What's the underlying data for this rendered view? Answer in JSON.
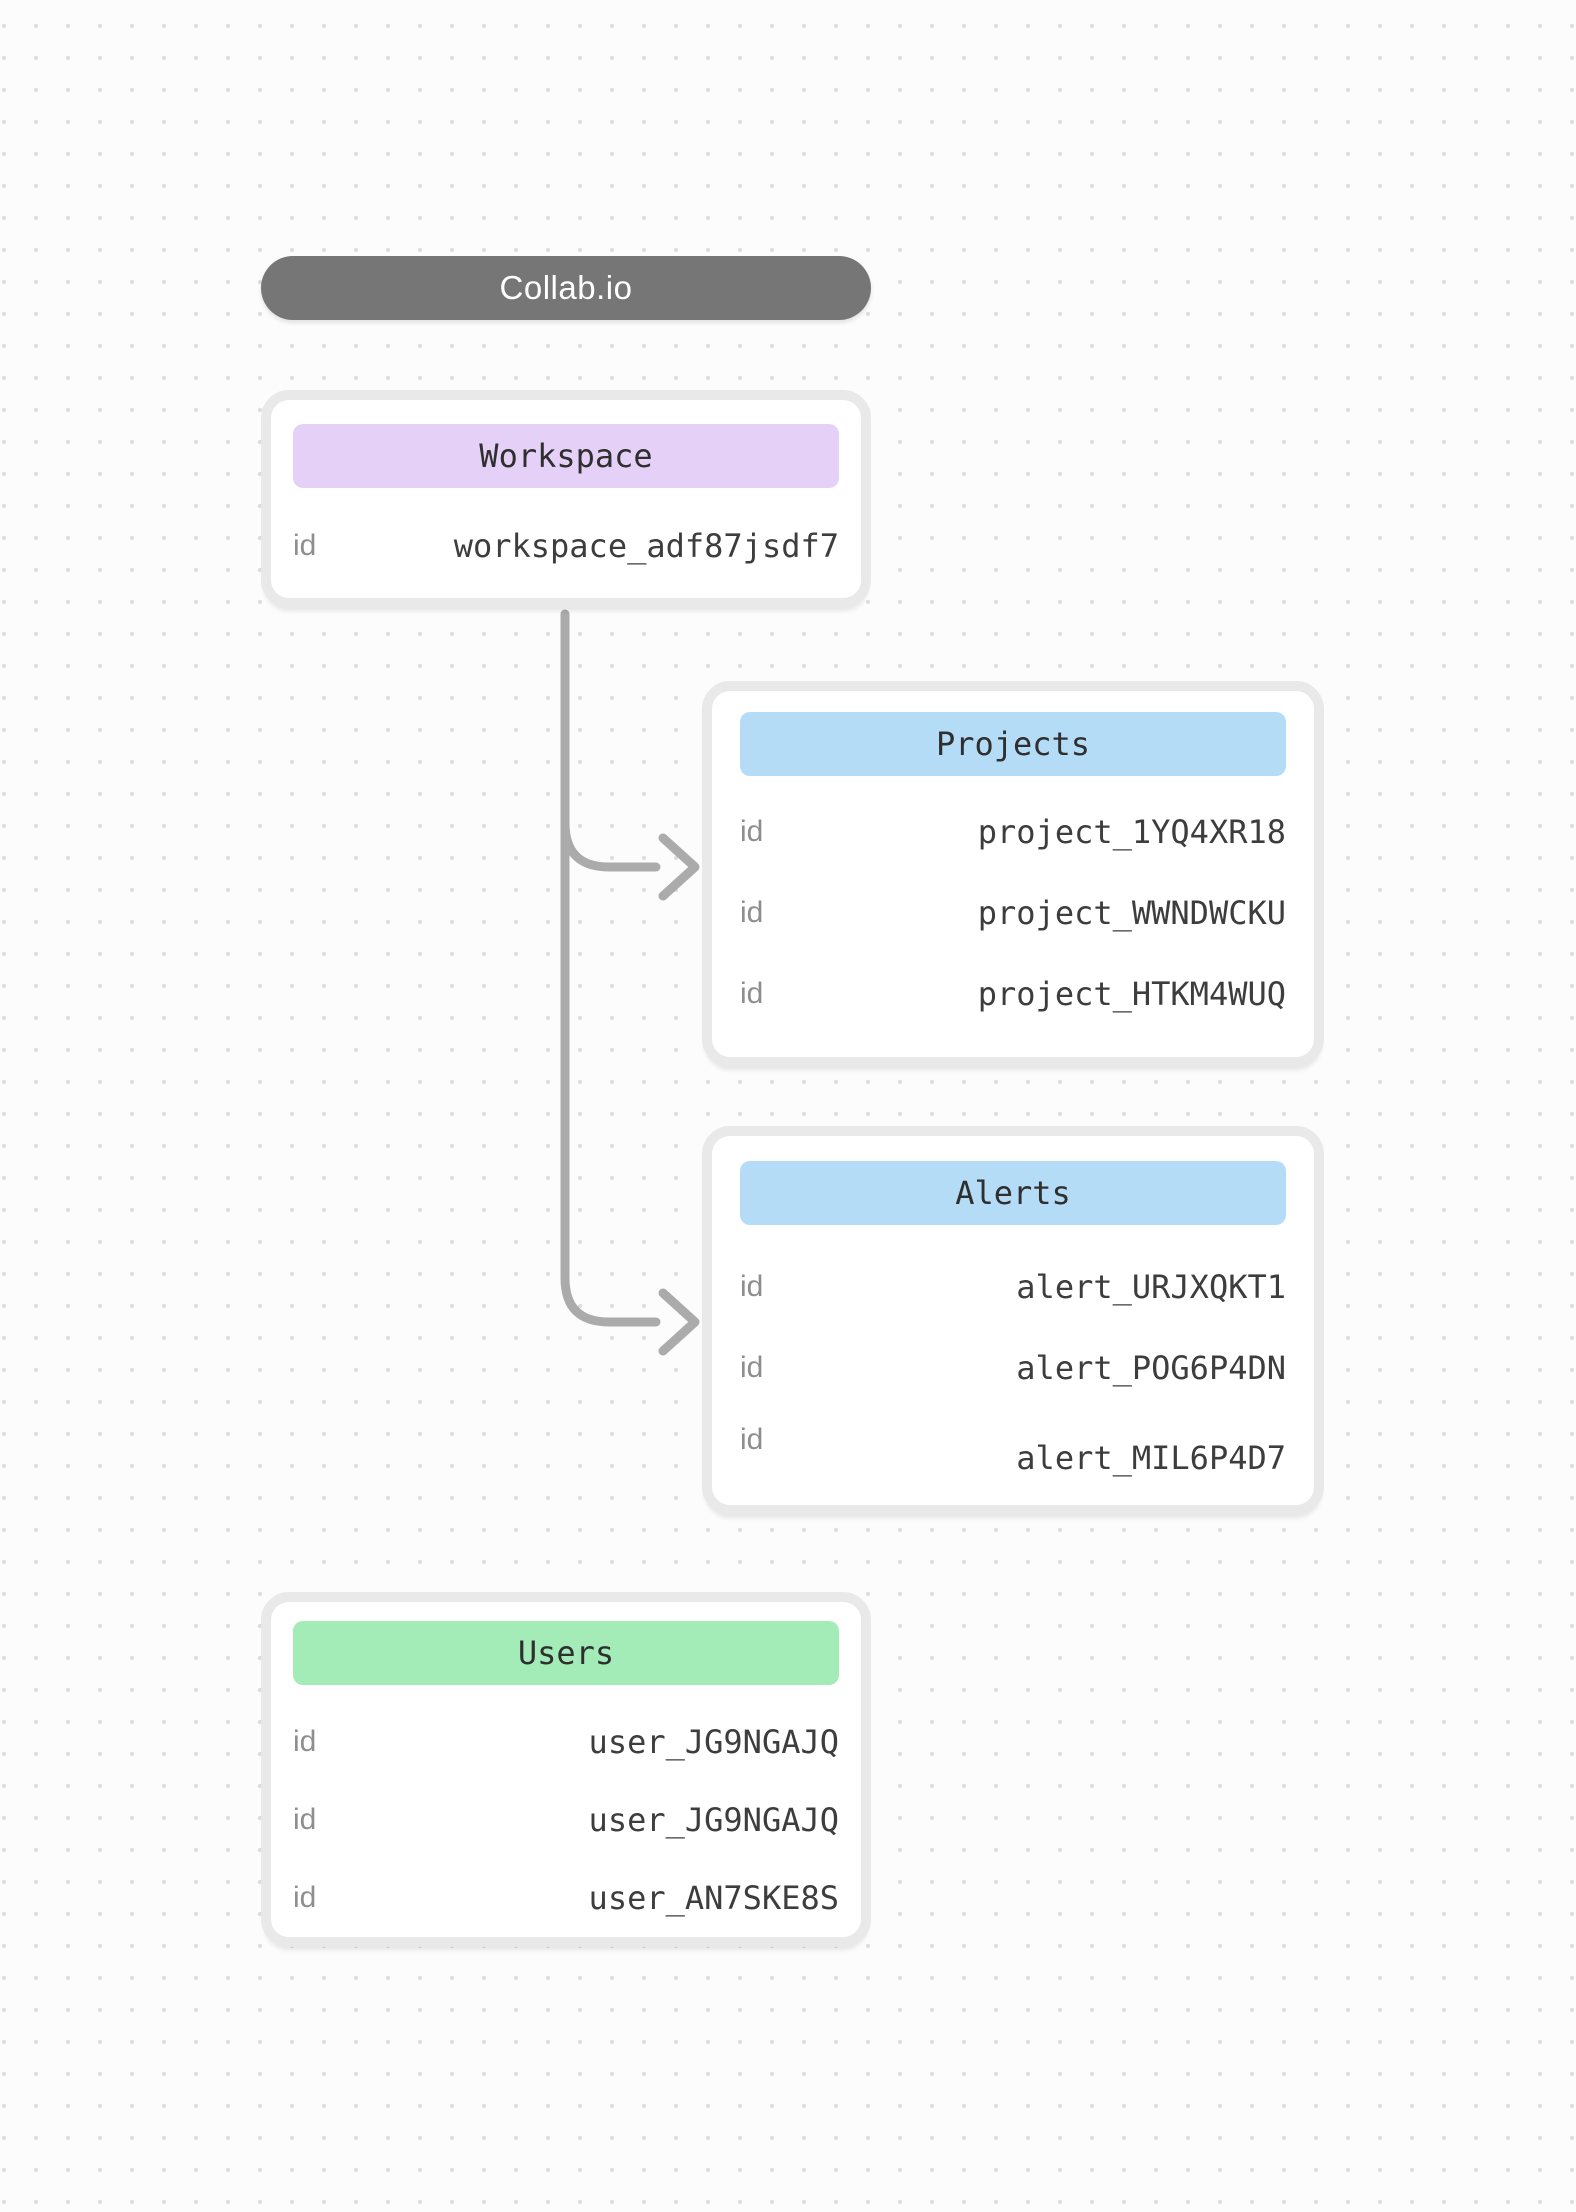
{
  "app_node": {
    "label": "Collab.io"
  },
  "colors": {
    "title_node_bg": "#767676",
    "connector": "#ababab",
    "card_border": "#e9e9e9",
    "dot_grid": "#dcdcdc",
    "workspace_header": "#e5d1f8",
    "projects_header": "#b5dcf7",
    "alerts_header": "#b5dcf7",
    "users_header": "#a3ecb8"
  },
  "entities": [
    {
      "name": "Workspace",
      "rows": [
        {
          "key": "id",
          "value": "workspace_adf87jsdf7"
        }
      ]
    },
    {
      "name": "Projects",
      "rows": [
        {
          "key": "id",
          "value": "project_1YQ4XR18"
        },
        {
          "key": "id",
          "value": "project_WWNDWCKU"
        },
        {
          "key": "id",
          "value": "project_HTKM4WUQ"
        }
      ]
    },
    {
      "name": "Alerts",
      "rows": [
        {
          "key": "id",
          "value": "alert_URJXQKT1"
        },
        {
          "key": "id",
          "value": "alert_POG6P4DN"
        },
        {
          "key": "id",
          "value": "alert_MIL6P4D7"
        }
      ]
    },
    {
      "name": "Users",
      "rows": [
        {
          "key": "id",
          "value": "user_JG9NGAJQ"
        },
        {
          "key": "id",
          "value": "user_JG9NGAJQ"
        },
        {
          "key": "id",
          "value": "user_AN7SKE8S"
        }
      ]
    }
  ]
}
